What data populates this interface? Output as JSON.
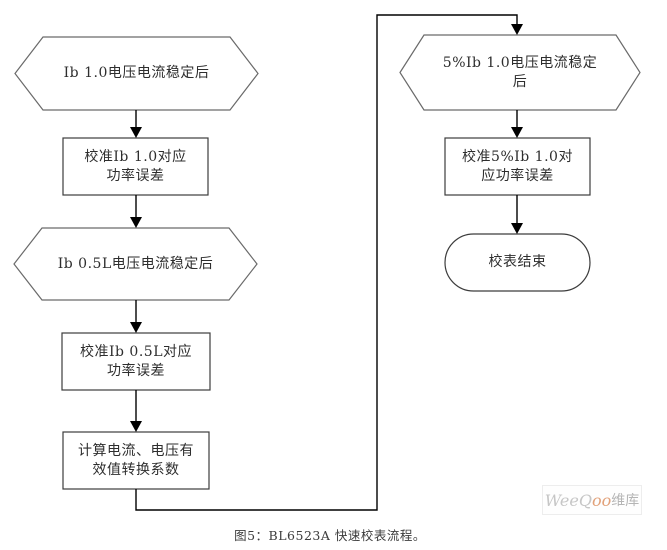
{
  "nodes": {
    "hex_ib10": {
      "line1": "Ib 1.0电压电流稳定后"
    },
    "rect_cal_ib10": {
      "line1": "校准Ib 1.0对应",
      "line2": "功率误差"
    },
    "hex_ib05l": {
      "line1": "Ib 0.5L电压电流稳定后"
    },
    "rect_cal_ib05l": {
      "line1": "校准Ib 0.5L对应",
      "line2": "功率误差"
    },
    "rect_calc_coeff": {
      "line1": "计算电流、电压有",
      "line2": "效值转换系数"
    },
    "hex_5pib10": {
      "line1": "5%Ib 1.0电压电流稳定",
      "line2": "后"
    },
    "rect_cal_5pib10": {
      "line1": "校准5%Ib 1.0对",
      "line2": "应功率误差"
    },
    "terminator_end": {
      "line1": "校表结束"
    }
  },
  "caption": "图5：BL6523A 快速校表流程。",
  "watermark": {
    "gray1": "WeeQ",
    "orange": "oo",
    "gray2": "维库"
  },
  "colors": {
    "background": "#ffffff",
    "hexagon_stroke": "#6a6a6a",
    "rect_stroke": "#3c3c3c",
    "connector": "#000000",
    "text": "#2e2e2e",
    "caption_text": "#3c3c3c",
    "watermark_gray": "#c6c6c6",
    "watermark_orange": "#e2a179"
  }
}
